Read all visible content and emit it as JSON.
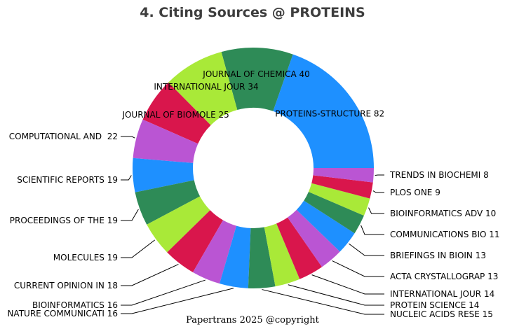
{
  "title": "4. Citing Sources @ PROTEINS",
  "footer": "Papertrans 2025 @copyright",
  "colors": {
    "palette": [
      "#1E90FF",
      "#2E8B57",
      "#A9E938",
      "#D9164C",
      "#BA55D3"
    ],
    "background": "#FFFFFF",
    "title_text": "#3D3D3D",
    "label_text": "#000000",
    "leader_line": "#000000"
  },
  "chart_data": {
    "type": "pie",
    "subtype": "donut",
    "title": "4. Citing Sources @ PROTEINS",
    "start_angle": 0,
    "direction": "counterclockwise",
    "hole_ratio": 0.5,
    "legend": "none",
    "slices": [
      {
        "label": "PROTEINS-STRUCTURE",
        "value": 82,
        "color": "#1E90FF",
        "label_placement": "inside"
      },
      {
        "label": "JOURNAL OF CHEMICA",
        "value": 40,
        "color": "#2E8B57",
        "label_placement": "inside"
      },
      {
        "label": "INTERNATIONAL JOUR",
        "value": 34,
        "color": "#A9E938",
        "label_placement": "inside"
      },
      {
        "label": "JOURNAL OF BIOMOLE",
        "value": 25,
        "color": "#D9164C",
        "label_placement": "inside"
      },
      {
        "label": "COMPUTATIONAL AND ",
        "value": 22,
        "color": "#BA55D3",
        "label_placement": "left"
      },
      {
        "label": "SCIENTIFIC REPORTS",
        "value": 19,
        "color": "#1E90FF",
        "label_placement": "left"
      },
      {
        "label": "PROCEEDINGS OF THE",
        "value": 19,
        "color": "#2E8B57",
        "label_placement": "left"
      },
      {
        "label": "MOLECULES",
        "value": 19,
        "color": "#A9E938",
        "label_placement": "left"
      },
      {
        "label": "CURRENT OPINION IN",
        "value": 18,
        "color": "#D9164C",
        "label_placement": "left"
      },
      {
        "label": "BIOINFORMATICS",
        "value": 16,
        "color": "#BA55D3",
        "label_placement": "left"
      },
      {
        "label": "NATURE COMMUNICATI",
        "value": 16,
        "color": "#1E90FF",
        "label_placement": "left"
      },
      {
        "label": "NUCLEIC ACIDS RESE",
        "value": 15,
        "color": "#2E8B57",
        "label_placement": "right"
      },
      {
        "label": "PROTEIN SCIENCE",
        "value": 14,
        "color": "#A9E938",
        "label_placement": "right"
      },
      {
        "label": "INTERNATIONAL JOUR",
        "value": 14,
        "color": "#D9164C",
        "label_placement": "right"
      },
      {
        "label": "ACTA CRYSTALLOGRAP",
        "value": 13,
        "color": "#BA55D3",
        "label_placement": "right"
      },
      {
        "label": "BRIEFINGS IN BIOIN",
        "value": 13,
        "color": "#1E90FF",
        "label_placement": "right"
      },
      {
        "label": "COMMUNICATIONS BIO",
        "value": 11,
        "color": "#2E8B57",
        "label_placement": "right"
      },
      {
        "label": "BIOINFORMATICS ADV",
        "value": 10,
        "color": "#A9E938",
        "label_placement": "right"
      },
      {
        "label": "PLOS ONE",
        "value": 9,
        "color": "#D9164C",
        "label_placement": "right"
      },
      {
        "label": "TRENDS IN BIOCHEMI",
        "value": 8,
        "color": "#BA55D3",
        "label_placement": "right"
      }
    ]
  }
}
